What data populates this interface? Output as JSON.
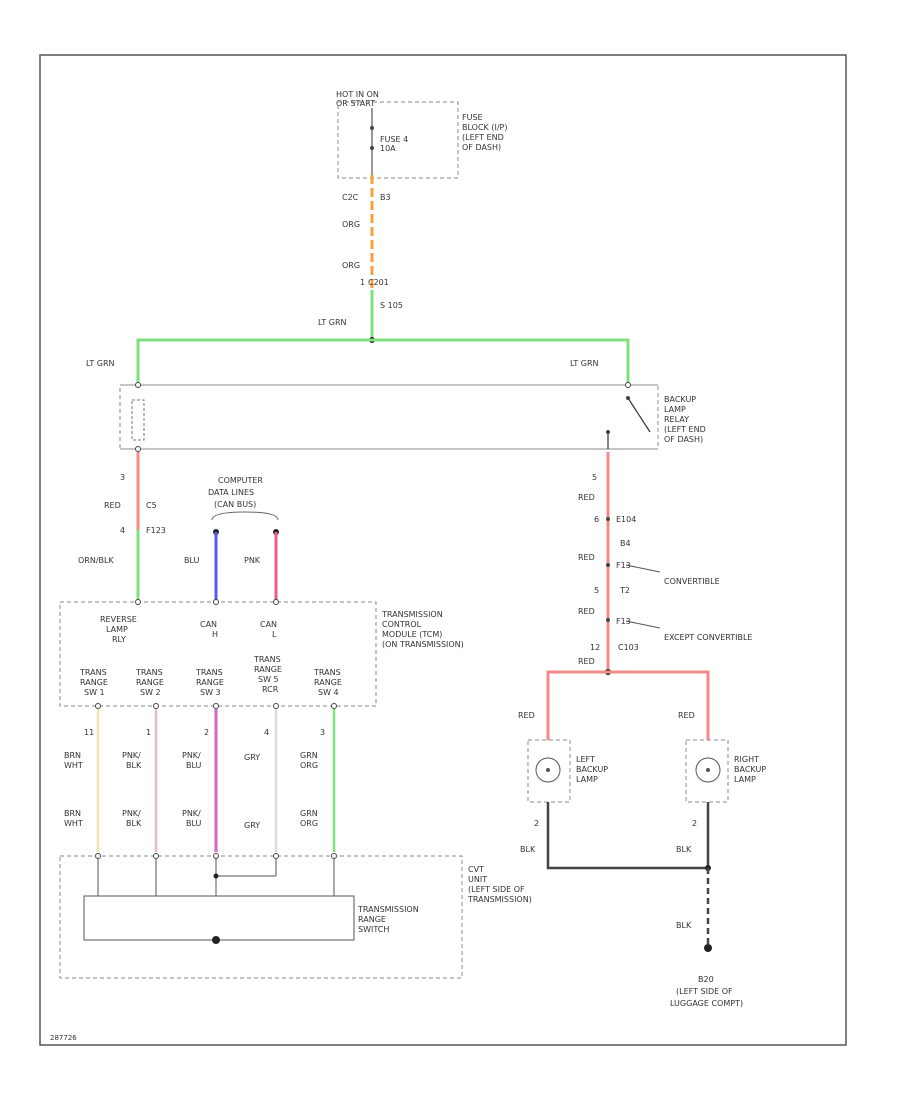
{
  "source": {
    "hot": "HOT IN ON",
    "hot2": "OR START",
    "fuse": "FUSE 4",
    "fuse_amp": "10A",
    "fuse_block": [
      "FUSE",
      "BLOCK (I/P)",
      "(LEFT END",
      "OF DASH)"
    ]
  },
  "upper_wire": {
    "c1": "C2C",
    "pin1": "B3",
    "color1": "ORG",
    "color2": "ORG",
    "c2": "C201",
    "pin2": "1",
    "splice": "S 105"
  },
  "bus": {
    "top": "LT GRN",
    "left": "LT GRN",
    "right": "LT GRN"
  },
  "relay": {
    "label": [
      "BACKUP",
      "LAMP",
      "RELAY",
      "(LEFT END",
      "OF DASH)"
    ],
    "pin_left": "3",
    "pin_right": "5"
  },
  "left_branch": {
    "color1": "RED",
    "conn1": "C5",
    "pin2": "4",
    "conn2": "F123",
    "color2": "ORN/BLK"
  },
  "data_lines": {
    "title": [
      "COMPUTER",
      "DATA LINES",
      "(CAN BUS)"
    ],
    "blu": "BLU",
    "pnk": "PNK"
  },
  "tcm": {
    "label": [
      "TRANSMISSION",
      "CONTROL",
      "MODULE (TCM)",
      "(ON TRANSMISSION)"
    ],
    "pins": [
      [
        "REVERSE",
        "LAMP",
        "RLY"
      ],
      [
        "CAN",
        "H"
      ],
      [
        "CAN",
        "L"
      ]
    ],
    "switch_pins": [
      [
        "TRANS",
        "RANGE",
        "SW 1"
      ],
      [
        "TRANS",
        "RANGE",
        "SW 2"
      ],
      [
        "TRANS",
        "RANGE",
        "SW 3"
      ],
      [
        "TRANS",
        "RANGE",
        "SW 5",
        "RCR"
      ],
      [
        "TRANS",
        "RANGE",
        "SW 4"
      ]
    ]
  },
  "range_wires": {
    "pins": [
      "11",
      "1",
      "2",
      "4",
      "3"
    ],
    "colors": [
      [
        "BRN",
        "WHT"
      ],
      [
        "PNK/",
        "BLK"
      ],
      [
        "PNK/",
        "BLU"
      ],
      [
        "GRY"
      ],
      [
        "GRN",
        "ORG"
      ]
    ],
    "colors_lower": [
      [
        "BRN",
        "WHT"
      ],
      [
        "PNK/",
        "BLK"
      ],
      [
        "PNK/",
        "BLU"
      ],
      [
        "GRY"
      ],
      [
        "GRN",
        "ORG"
      ]
    ]
  },
  "cvt": {
    "label": [
      "CVT",
      "UNIT",
      "(LEFT SIDE OF",
      "TRANSMISSION)"
    ],
    "switch": [
      "TRANSMISSION",
      "RANGE",
      "SWITCH"
    ]
  },
  "right_branch": {
    "pin1": "5",
    "color1": "RED",
    "pin2": "6",
    "conn2": "E104",
    "pin3": "B4",
    "color3": "RED",
    "conn3": "F13",
    "convertible": "CONVERTIBLE",
    "pin4": "5",
    "conn4": "T2",
    "color4": "RED",
    "conn5": "F13",
    "except": "EXCEPT CONVERTIBLE",
    "pin5": "12",
    "conn6": "C103",
    "color5": "RED"
  },
  "lamps": {
    "left_color": "RED",
    "right_color": "RED",
    "left_label": [
      "LEFT",
      "BACKUP",
      "LAMP"
    ],
    "right_label": [
      "RIGHT",
      "BACKUP",
      "LAMP"
    ],
    "left_pin": "2",
    "right_pin": "2",
    "left_blk": "BLK",
    "right_blk": "BLK",
    "gnd_blk": "BLK"
  },
  "ground": {
    "label": [
      "B20",
      "(LEFT SIDE OF",
      "LUGGAGE COMPT)"
    ]
  },
  "footer": "287726"
}
